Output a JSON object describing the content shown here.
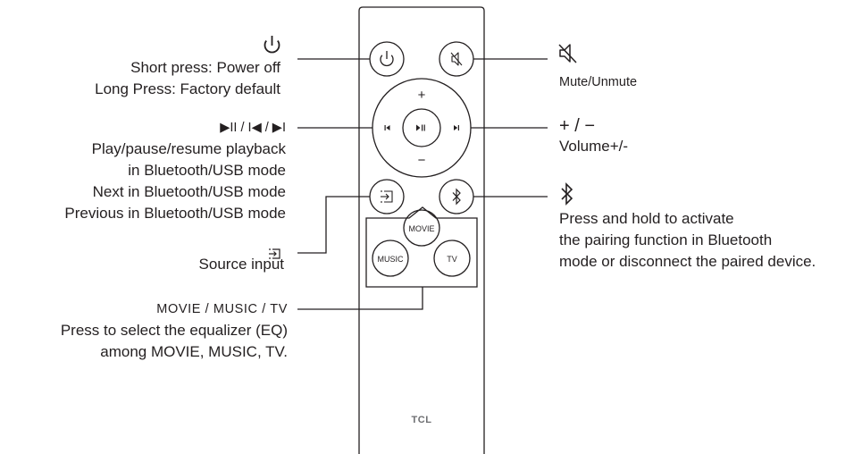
{
  "brand": "TCL",
  "remote": {
    "buttons": {
      "power": {
        "icon": "power-icon"
      },
      "mute": {
        "icon": "mute-icon"
      },
      "volume_up": "+",
      "volume_down": "−",
      "previous": "I◀",
      "play_pause": "▶II",
      "next": "▶I",
      "source": {
        "icon": "source-input-icon"
      },
      "bluetooth": {
        "icon": "bluetooth-icon"
      },
      "movie": "MOVIE",
      "music": "MUSIC",
      "tv": "TV"
    }
  },
  "callouts": {
    "power": {
      "line1": "Short press: Power off",
      "line2": "Long Press: Factory default"
    },
    "playback": {
      "heading": "▶II / I◀ / ▶I",
      "line1": "Play/pause/resume playback",
      "line2": "in Bluetooth/USB mode",
      "line3": "Next in Bluetooth/USB mode",
      "line4": "Previous in Bluetooth/USB mode"
    },
    "source": {
      "line1": "Source input"
    },
    "eq": {
      "heading": "MOVIE / MUSIC / TV",
      "line1": "Press to select the equalizer (EQ)",
      "line2": "among MOVIE, MUSIC, TV."
    },
    "mute": {
      "line1": "Mute/Unmute"
    },
    "volume": {
      "heading": "+ / −",
      "line1": "Volume+/-"
    },
    "bluetooth": {
      "line1": "Press and hold to activate",
      "line2": "the pairing function in Bluetooth",
      "line3": "mode or disconnect the paired device."
    }
  }
}
